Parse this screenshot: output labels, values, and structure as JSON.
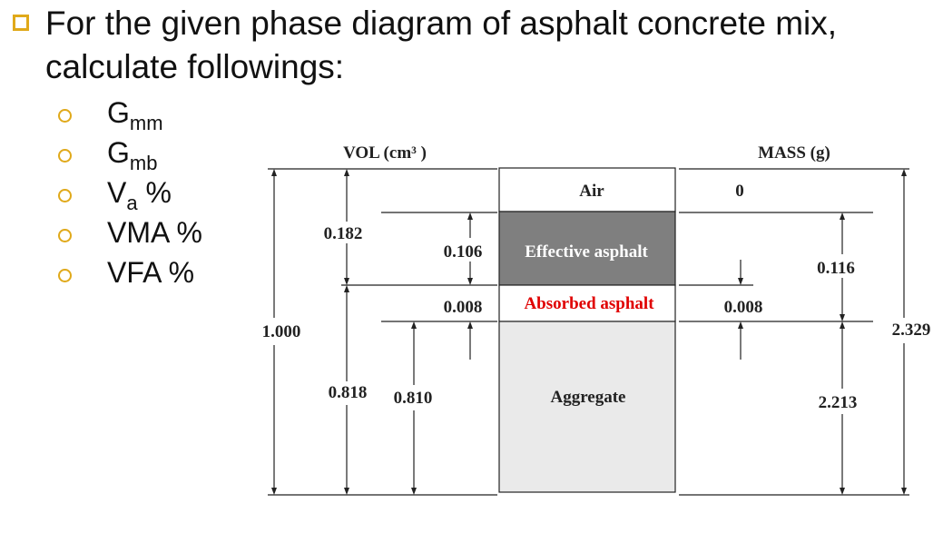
{
  "heading": "For the given phase diagram of asphalt concrete mix, calculate followings:",
  "items": [
    {
      "main": "G",
      "sub": "mm",
      "rest": ""
    },
    {
      "main": "G",
      "sub": "mb",
      "rest": ""
    },
    {
      "main": "V",
      "sub": "a",
      "rest": " %"
    },
    {
      "main": "VMA %",
      "sub": "",
      "rest": ""
    },
    {
      "main": "VFA %",
      "sub": "",
      "rest": ""
    }
  ],
  "diagram": {
    "vol_header": "VOL (cm³ )",
    "mass_header": "MASS (g)",
    "phases": {
      "air": "Air",
      "effective_asphalt": "Effective asphalt",
      "absorbed_asphalt": "Absorbed asphalt",
      "aggregate": "Aggregate"
    },
    "volumes": {
      "total": "1.000",
      "voids_plus_effective": "0.182",
      "effective_asphalt": "0.106",
      "absorbed_asphalt": "0.008",
      "bulk_aggregate": "0.818",
      "aggregate": "0.810"
    },
    "masses": {
      "air": "0",
      "total_asphalt": "0.116",
      "absorbed_asphalt": "0.008",
      "total": "2.329",
      "aggregate": "2.213"
    },
    "colors": {
      "effective_fill": "#7f7f7f",
      "aggregate_fill": "#eaeaea",
      "absorbed_text": "#e00000",
      "bullet": "#e0a91a"
    }
  }
}
